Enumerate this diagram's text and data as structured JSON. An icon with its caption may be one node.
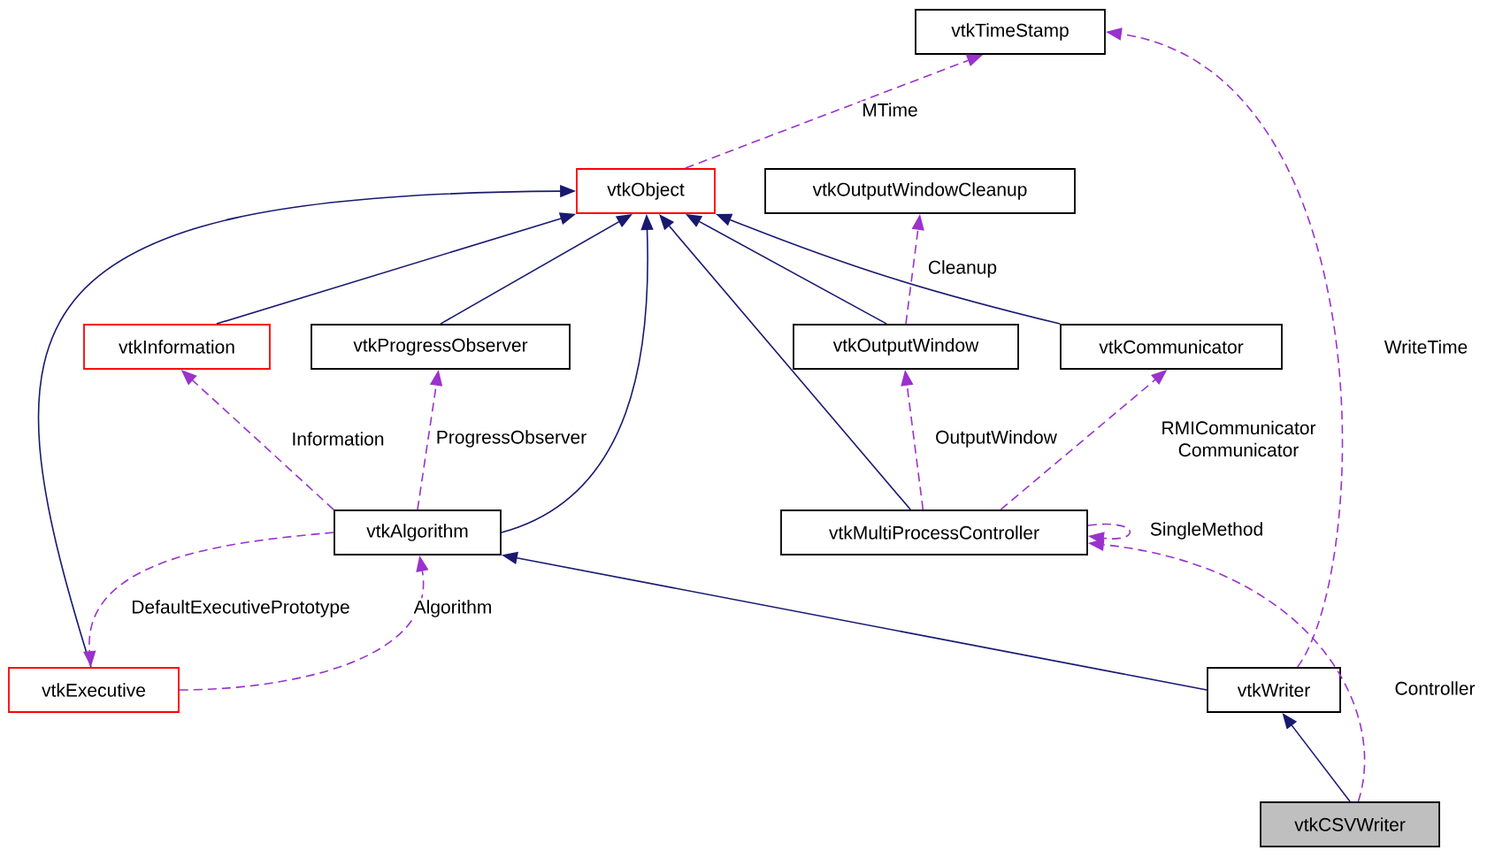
{
  "diagram": {
    "nodes": [
      {
        "text": [
          "vtkTimeStamp"
        ]
      },
      {
        "text": [
          "vtkObject"
        ]
      },
      {
        "text": [
          "vtkOutputWindowCleanup"
        ]
      },
      {
        "text": [
          "vtkInformation"
        ]
      },
      {
        "text": [
          "vtkProgressObserver"
        ]
      },
      {
        "text": [
          "vtkOutputWindow"
        ]
      },
      {
        "text": [
          "vtkCommunicator"
        ]
      },
      {
        "text": [
          "vtkAlgorithm"
        ]
      },
      {
        "text": [
          "vtkMultiProcessController"
        ]
      },
      {
        "text": [
          "vtkExecutive"
        ]
      },
      {
        "text": [
          "vtkWriter"
        ]
      },
      {
        "text": [
          "vtkCSVWriter"
        ]
      }
    ],
    "edges": [
      {
        "from": 3,
        "to": 1,
        "arrow": "to",
        "color": "#191970"
      },
      {
        "from": 4,
        "to": 1,
        "arrow": "to",
        "color": "#191970"
      },
      {
        "from": 7,
        "to": 1,
        "arrow": "to",
        "color": "#191970"
      },
      {
        "from": 9,
        "to": 1,
        "arrow": "to",
        "color": "#191970"
      },
      {
        "from": 5,
        "to": 1,
        "arrow": "to",
        "color": "#191970"
      },
      {
        "from": 6,
        "to": 1,
        "arrow": "to",
        "color": "#191970"
      },
      {
        "from": 8,
        "to": 1,
        "arrow": "to",
        "color": "#191970"
      },
      {
        "from": 10,
        "to": 7,
        "arrow": "to",
        "color": "#191970"
      },
      {
        "from": 11,
        "to": 10,
        "arrow": "to",
        "color": "#191970"
      },
      {
        "from": 1,
        "to": 0,
        "arrow": "to",
        "label": "MTime",
        "style": "dashed",
        "color": "#9a32cd"
      },
      {
        "from": 5,
        "to": 2,
        "arrow": "to",
        "label": "Cleanup",
        "style": "dashed",
        "color": "#9a32cd"
      },
      {
        "from": 7,
        "to": 3,
        "arrow": "to",
        "label": "Information",
        "style": "dashed",
        "color": "#9a32cd"
      },
      {
        "from": 7,
        "to": 4,
        "arrow": "to",
        "label": "ProgressObserver",
        "style": "dashed",
        "color": "#9a32cd"
      },
      {
        "from": 7,
        "to": 9,
        "arrow": "to",
        "label": "DefaultExecutivePrototype",
        "style": "dashed",
        "color": "#9a32cd"
      },
      {
        "from": 9,
        "to": 7,
        "arrow": "to",
        "label": "Algorithm",
        "style": "dashed",
        "color": "#9a32cd"
      },
      {
        "from": 8,
        "to": 5,
        "arrow": "to",
        "label": "OutputWindow",
        "style": "dashed",
        "color": "#9a32cd"
      },
      {
        "from": 8,
        "to": 6,
        "arrow": "to",
        "label": "RMICommunicator Communicator",
        "style": "dashed",
        "color": "#9a32cd"
      },
      {
        "from": 8,
        "to": 8,
        "arrow": "to",
        "label": "SingleMethod",
        "style": "dashed",
        "color": "#9a32cd"
      },
      {
        "from": 10,
        "to": 0,
        "arrow": "to",
        "label": "WriteTime",
        "style": "dashed",
        "color": "#9a32cd"
      },
      {
        "from": 11,
        "to": 8,
        "arrow": "to",
        "label": "Controller",
        "style": "dashed",
        "color": "#9a32cd"
      }
    ]
  }
}
